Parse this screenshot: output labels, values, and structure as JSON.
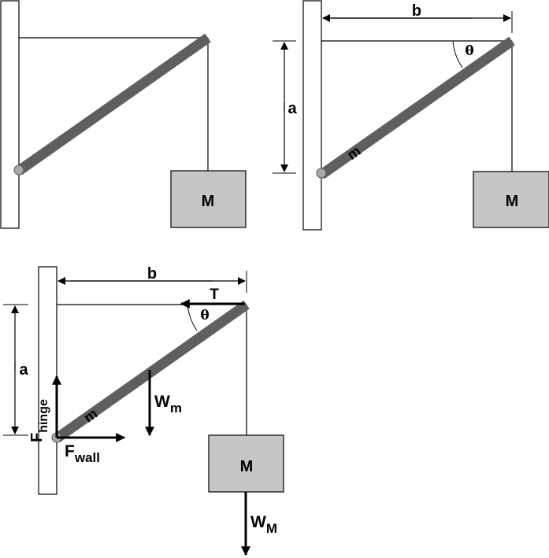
{
  "panel1": {
    "mass_label": "M"
  },
  "panel2": {
    "width_label": "b",
    "height_label": "a",
    "angle_label": "θ",
    "beam_label": "m",
    "mass_label": "M"
  },
  "panel3": {
    "width_label": "b",
    "height_label": "a",
    "angle_label": "θ",
    "beam_label": "m",
    "mass_label": "M",
    "tension_label": "T",
    "beam_weight_main": "W",
    "beam_weight_sub": "m",
    "mass_weight_main": "W",
    "mass_weight_sub": "M",
    "hinge_force_main": "F",
    "hinge_force_sub": "hinge",
    "wall_force_main": "F",
    "wall_force_sub": "wall"
  },
  "colors": {
    "beam": "#5f5f5f",
    "box_fill": "#c6c6c6",
    "hinge_fill": "#a9a9a9"
  }
}
